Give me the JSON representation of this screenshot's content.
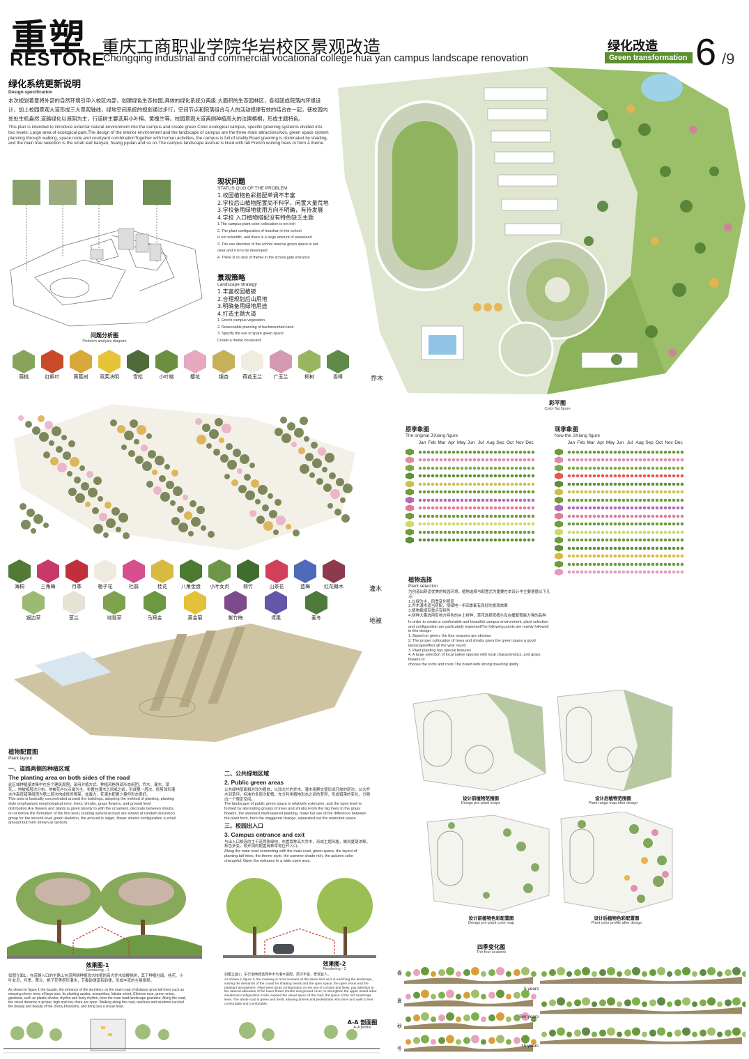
{
  "header": {
    "big_title": "重塑",
    "restore": "RESTORE",
    "cn_title": "重庆工商职业学院华岩校区景观改造",
    "en_title": "Chongqing industrial and commercial vocational college hua yan campus landscape renovation",
    "section_cn": "绿化改造",
    "section_en": "Green transformation",
    "page_num": "6",
    "page_total": "/9"
  },
  "design": {
    "title": "绿化系统更新说明",
    "subtitle": "Design specification",
    "text_cn": "本次规划着意将外部的自然环境引申入校区内部，创建绿色生态校园,具体的绿化系统分两级:大面积的生态园林区，各组团成院落内环境设计，加上校园景观大道形成三大景观轴线，绿地空间系统的规划通过步行，空间节点和院落组合与人的活动规律有效的结合在一起，使校园内处处生机盎然,道路绿化以遮阴为主，行道树主要选用小叶榕、黄槐兰等。校园景观大道两侧种植高大的法国梧桐，形成主题特色。",
    "text_en": "This plan is intended to introduce external natural environment into the campus and create green Color ecological campus, specific greening systemis divided into two levels; Large area of ecological park.The design of the interior environment and the landscape of campus are the three main attractionsAxis, green space system planning through walking, space node and courtyard combinationTogether with human activities, the campus is full of vitality.Road greening is dominated by shading, and the main tree selection is the small leaf banyan, huang jujulan and so on.The campus landscape avenue is lined with tall French wutong trees to form a theme."
  },
  "problems": {
    "title": "现状问题",
    "subtitle": "STATUS QUO OF THE PROBLEM",
    "items_cn": [
      "1.校园植物色彩搭配单调不丰富",
      "2.学校后山植物配置尚不科学，闲置大量荒地",
      "3.学校备用绿地使用方向不明确，有待发展",
      "4.学校 入口植物搭配没有特色缺乏主题"
    ],
    "items_en": [
      "1.The campus plant color collocation is not rich",
      "2. The plant configuration of houshan in the school",
      "is not scientific, and there is a large amount of wasteland",
      "3. The use direction of the school reserve green space is not",
      "clear and it is to be developed",
      "4. There is no lack of theme in the school gate entrance"
    ]
  },
  "strategy": {
    "title": "景观策略",
    "subtitle": "Landscape strategy",
    "items_cn": [
      "1.丰富校园植被",
      "2.合理规划后山用地",
      "3.明确备用绿地用途",
      "4.打造主题大道"
    ],
    "items_en": [
      "1. Enrich campus vegetation",
      "2. Reasonable planning of backmountain land",
      "3. Specify the use of spare green space",
      "Create a theme boulevard"
    ]
  },
  "problem_diagram": {
    "caption": "问题分析图",
    "caption_en": "Problem analysis diagram"
  },
  "trees": {
    "label": "乔木",
    "items": [
      {
        "name": "蒲桃",
        "color": "#8aa35a"
      },
      {
        "name": "红枫叶",
        "color": "#c94a2a"
      },
      {
        "name": "黄葛树",
        "color": "#d8a83a"
      },
      {
        "name": "双荚决明",
        "color": "#e6c43a"
      },
      {
        "name": "雪松",
        "color": "#4f6b3a"
      },
      {
        "name": "小叶榕",
        "color": "#6b8f3e"
      },
      {
        "name": "樱花",
        "color": "#e7a9c0"
      },
      {
        "name": "银杏",
        "color": "#c6b05a"
      },
      {
        "name": "荷花玉兰",
        "color": "#f0ece0"
      },
      {
        "name": "广玉兰",
        "color": "#d59ab2"
      },
      {
        "name": "柳树",
        "color": "#98b661"
      },
      {
        "name": "香樟",
        "color": "#5f8a47"
      }
    ]
  },
  "shrubs": {
    "label": "灌木",
    "items": [
      {
        "name": "海桐",
        "color": "#527a36"
      },
      {
        "name": "三角梅",
        "color": "#c8396b"
      },
      {
        "name": "月季",
        "color": "#c22f3c"
      },
      {
        "name": "栀子花",
        "color": "#eeeade"
      },
      {
        "name": "杜鹃",
        "color": "#d64e8e"
      },
      {
        "name": "桂花",
        "color": "#d9b940"
      },
      {
        "name": "八角金盘",
        "color": "#4b7a30"
      },
      {
        "name": "小叶女贞",
        "color": "#6e9648"
      },
      {
        "name": "棕竹",
        "color": "#3f6d2d"
      },
      {
        "name": "山茶花",
        "color": "#d23f5b"
      },
      {
        "name": "蓝梅",
        "color": "#4e6ab8"
      },
      {
        "name": "红花檵木",
        "color": "#8c3a4c"
      }
    ]
  },
  "ground": {
    "label": "地被",
    "items": [
      {
        "name": "银边草",
        "color": "#9cba72"
      },
      {
        "name": "葱兰",
        "color": "#e6e2d4"
      },
      {
        "name": "地毯草",
        "color": "#7ea24e"
      },
      {
        "name": "马蹄金",
        "color": "#6d9843"
      },
      {
        "name": "黄金菊",
        "color": "#e3c13a"
      },
      {
        "name": "紫竹梅",
        "color": "#7d4a8a"
      },
      {
        "name": "鸢尾",
        "color": "#6656a8"
      },
      {
        "name": "麦冬",
        "color": "#4d7a3a"
      }
    ]
  },
  "plant_layout": {
    "title": "植物配置图",
    "subtitle": "Plant layout"
  },
  "road": {
    "title_cn": "一、道路两侧的种植区域",
    "title_en": "The planting area on both sides of the road",
    "text_cn": "此区域种植基本集中在各个建筑周围，采用对植方式，种植风格强调形态组团，乔木、灌木、草花、，地被按层次分布。地被花卉以点缀为主，布置在灌木之间或之前，形成第一层次，修剪球形灌木作高低错落组团为第二层次构成修饰骨架，盆栽大，花灌木配置少量但形态很好。",
    "text_en": "This area is basically concentrated around the buildings, adopting the method of planting, planting style emphasizes morphological error, trees, shrubs, grass flowers, and ground level distribution.Are flowers and plants is given priority to with the ornament, decorate between shrubs, on or before the formation of the first level, pruning spherical bush are strewn at random discretion group for the second level green skeleton, the amount is larger, flower shrubs configuration a small amount but form strewn at random."
  },
  "public": {
    "title_cn": "二、公共绿地区域",
    "title_en": "2. Public green areas",
    "text_cn": "公共绿地层面相对较为粗放，以较大片的乔木、灌木组群交替形成开放的层次。从大乔木到草坪，标准的多层次配植，充分利用植物形态之间的差异，形成错落的变化，分隔出一个限定空间。",
    "text_en": "The landscape of public green space is relatively extensive, and the open level is formed by alternating groups of trees and shrubs.From the big trees to the grass flowers, the standard multi-layered planting, make full use of the difference between the plant form, form the staggered change, separated out the restricted space."
  },
  "entrance": {
    "title_cn": "三、校园出入口",
    "title_en": "3. Campus entrance and exit",
    "text_cn": "与出入口相连的主干道两侧绿地，布置栽种高大乔木，形成主题风格，做到夏荫浓郁，秋色多变。较开阔的配置疏林草地拉开入口。",
    "text_en": "Along the main road connecting with the main road, green space, the layout of planting tall trees, the theme style, the summer shade rich, the autumn color changeful. Open the entrance to a wide open area."
  },
  "renderings": {
    "r1_cn": "效果图-1",
    "r1_en": "Rendering - 1",
    "r2_cn": "效果图-2",
    "r2_en": "Rendering - 2",
    "r1_text": "如图立面1，在道路入口的主路上在道两侧种植较大枝植的高大乔木如樱桃树，其下种植杜鹃、桂花、小叶女贞，月季、蔷兰、栀子花等搭形灌木，节奏韵律富有韵律，形成丰富的主路景观。",
    "r1_text_en": "As shown in figure 1 the facade, the entrance of the dormitory on the main road of distance grow tall trees such as weeping cherry trees of large size, its planting azalea, osmanthus, lobular privet, Chinese rose, green onion, gardenia, such as plastic shrubs, rhythm and lively rhythm, form the main road landscape grandeur. Along the road, the visual distance is proper, high and low, there are open. Walking along the road, teachers and students can feel the beauty and beauty of the cherry blossoms, and bring you a visual feast.",
    "r2_text": "如图立面2，车行道两侧选择乔木与灌木搭配，层次丰富，景观宜人。",
    "r2_text_en": "As shown in figure 2, the roadway is more humane at the same time as it is enriching the landscape, solving the demands of the crowd for shading needs and the open space, the open vision and the pleasant atmosphere. Plant trees array configuration on the use of concise and lively, pay attention to the rational allocation of the lower flower shrubs and ground cover, to strengthen the upper mixed arbor situational configuration mode, expand the visual space of the road, the space of the rich landscape level. The whole road is green and fresh, allowing drivers and pedestrians who drive and walk to feel comfortable and comfortable.",
    "profile_cn": "A-A 剖面图",
    "profile_en": "A-A profile"
  },
  "color_plan": {
    "caption": "彩平图",
    "caption_en": "Color flat figure"
  },
  "original": {
    "title": "原季象图",
    "subtitle": "The original JiXiang figure",
    "months": [
      "Jan",
      "Feb",
      "Mar",
      "Apr",
      "May",
      "Jun",
      "Jul",
      "Aug",
      "Sep",
      "Oct",
      "Nov",
      "Dec"
    ],
    "rows": [
      "#6e9b3c",
      "#e08aa8",
      "#7fa948",
      "#5f8f3a",
      "#c8c24a",
      "#6e9b3c",
      "#b06ab8",
      "#e07a9a",
      "#6e9b3c",
      "#cfd86a",
      "#6e9b3c",
      "#5f8f3a"
    ]
  },
  "current": {
    "title": "现季象图",
    "subtitle": "Now the JiXiang figure",
    "months": [
      "Jan",
      "Feb",
      "Mar",
      "Apr",
      "May",
      "Jun",
      "Jul",
      "Aug",
      "Sep",
      "Oct",
      "Nov",
      "Dec"
    ],
    "rows": [
      "#6e9b3c",
      "#e08aa8",
      "#7fa948",
      "#e05a5a",
      "#5f8f3a",
      "#c8c24a",
      "#6e9b3c",
      "#b06ab8",
      "#e07a9a",
      "#6e9b3c",
      "#cfd86a",
      "#6e9b3c",
      "#5f8f3a",
      "#d9b940",
      "#6e9b3c",
      "#e59ab8"
    ]
  },
  "selection": {
    "title": "植物选择",
    "subtitle": "Plant selection",
    "text_cn": "为创造出舒适优美的校园环境，植物选择与配置尤为重要在本设计中主要遵循以下几点:",
    "items_cn": [
      "1.以绿为主，四季变化明显",
      "2.乔木灌木适当搭配，使绿地一年四季都有良好的景观效果",
      "3.植物栽植有重点有特色",
      "4.树种大量选用有地方特色的乡土树种，草花选择密植生及自播繁殖能力强的品种"
    ],
    "text_en": "In order to create a comfortable and beautiful campus environment, plant selection and configuration are particularly importantThe following points are mainly followed in this design:",
    "items_en": [
      "1. Based on green, the four seasons are obvious",
      "2. The proper collocation of trees and shrubs gives the green space a good landscapeeffect all the year round",
      "3. Plant planting has special features",
      "4. A large selection of local native species with local characteristics, and grass flowers to",
      "choose the roots and roots The breed with strong breeding ability"
    ]
  },
  "maps": {
    "pre_scope": "设计前植物范围图",
    "pre_scope_en": "Design pre-plant scope",
    "after_range": "设计后植物范围图",
    "after_range_en": "Plant range map after design",
    "pre_color": "设计前植物色彩配置图",
    "pre_color_en": "Design pre-plant color map",
    "after_color": "设计后植物色彩配置图",
    "after_color_en": "Plant color profile after design"
  },
  "seasons": {
    "title": "四季变化图",
    "subtitle": "The four seasons",
    "labels": [
      "春",
      "夏",
      "秋",
      "冬"
    ],
    "years": [
      "5 years",
      "Ten years",
      "15 years"
    ]
  }
}
